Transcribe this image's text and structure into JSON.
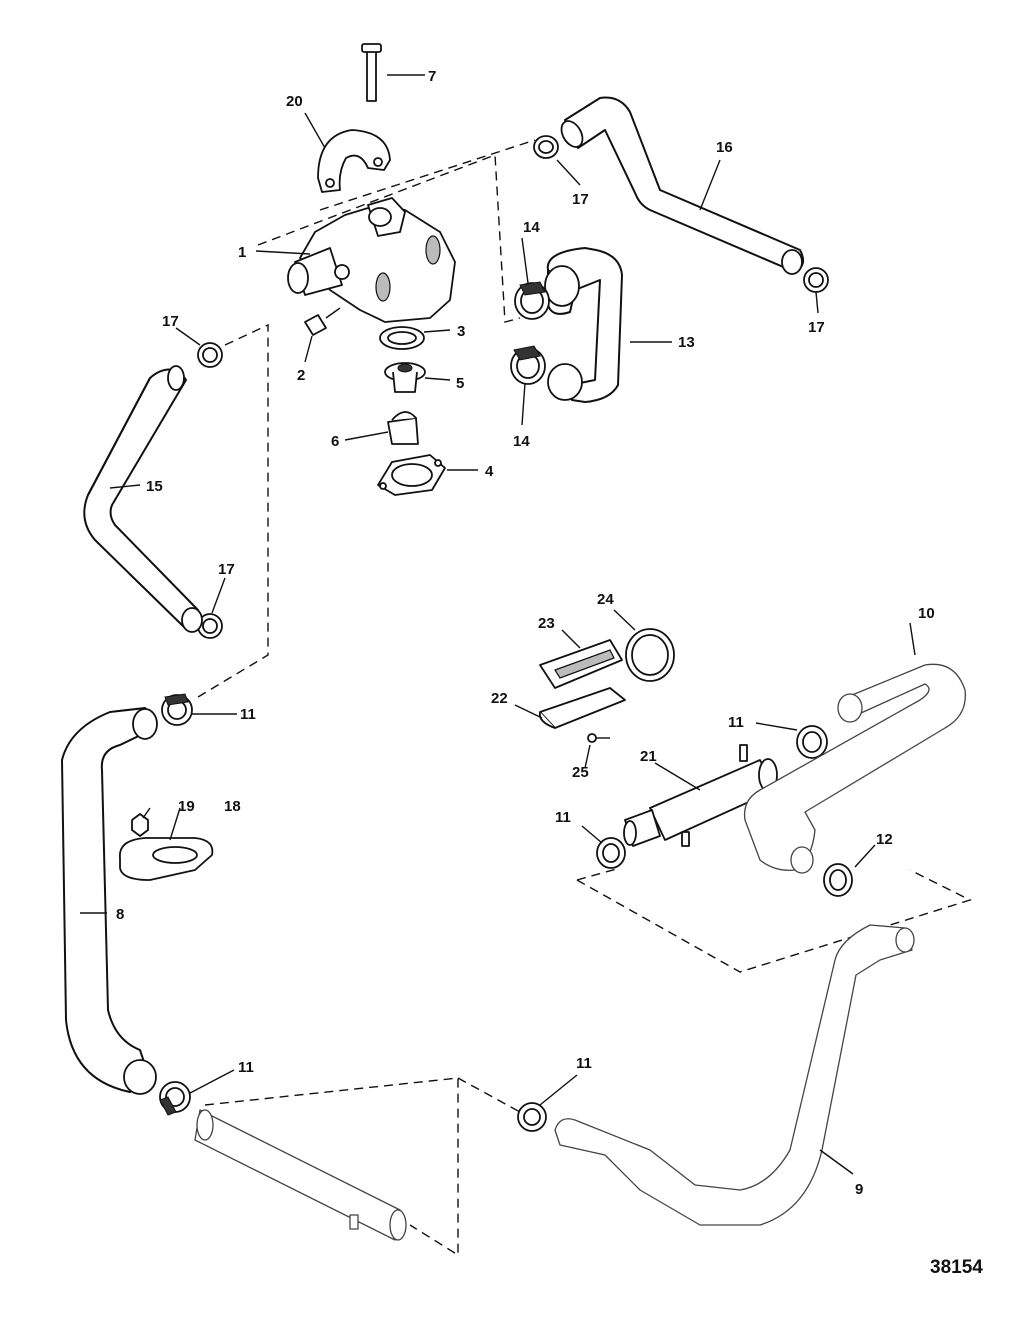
{
  "diagram": {
    "drawing_number": "38154",
    "callouts": [
      "1",
      "2",
      "3",
      "4",
      "5",
      "6",
      "7",
      "8",
      "9",
      "10",
      "11",
      "12",
      "13",
      "14",
      "15",
      "16",
      "17",
      "18",
      "19",
      "20",
      "21",
      "22",
      "23",
      "24",
      "25"
    ]
  }
}
